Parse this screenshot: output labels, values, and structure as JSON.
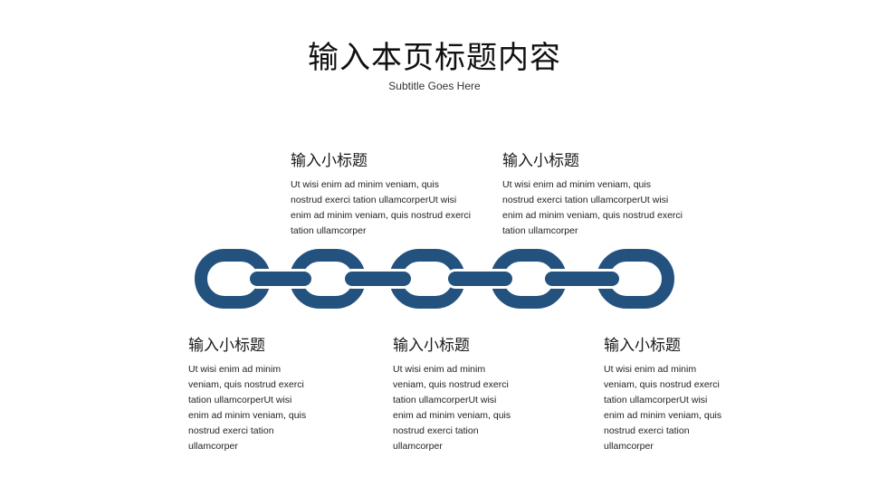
{
  "header": {
    "title": "输入本页标题内容",
    "subtitle": "Subtitle Goes Here"
  },
  "blocks": [
    {
      "heading": "输入小标题",
      "text": "Ut wisi enim ad minim veniam, quis nostrud exerci tation ullamcorperUt wisi enim ad minim veniam, quis nostrud exerci tation ullamcorper"
    },
    {
      "heading": "输入小标题",
      "text": "Ut wisi enim ad minim veniam, quis nostrud exerci tation ullamcorperUt wisi enim ad minim veniam, quis nostrud exerci tation ullamcorper"
    },
    {
      "heading": "输入小标题",
      "text": "Ut wisi enim ad minim veniam, quis nostrud exerci tation ullamcorperUt wisi enim ad minim veniam, quis nostrud exerci tation ullamcorper"
    },
    {
      "heading": "输入小标题",
      "text": "Ut wisi enim ad minim veniam, quis nostrud exerci tation ullamcorperUt wisi enim ad minim veniam, quis nostrud exerci tation ullamcorper"
    },
    {
      "heading": "输入小标题",
      "text": "Ut wisi enim ad minim veniam, quis nostrud exerci tation ullamcorperUt wisi enim ad minim veniam, quis nostrud exerci tation ullamcorper"
    }
  ],
  "colors": {
    "chain": "#24527f"
  },
  "icons": {
    "chain": "chain-icon"
  }
}
